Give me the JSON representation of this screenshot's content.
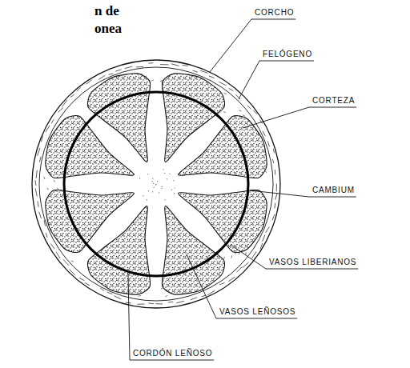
{
  "diagram": {
    "labels": [
      "n de",
      "onea",
      "CORCHO",
      "FELÓGENO",
      "CORTEZA",
      "CAMBIUM",
      "VASOS LIBERIANOS",
      "VASOS LEÑOSOS",
      "CORDÓN LEÑOSO"
    ]
  }
}
